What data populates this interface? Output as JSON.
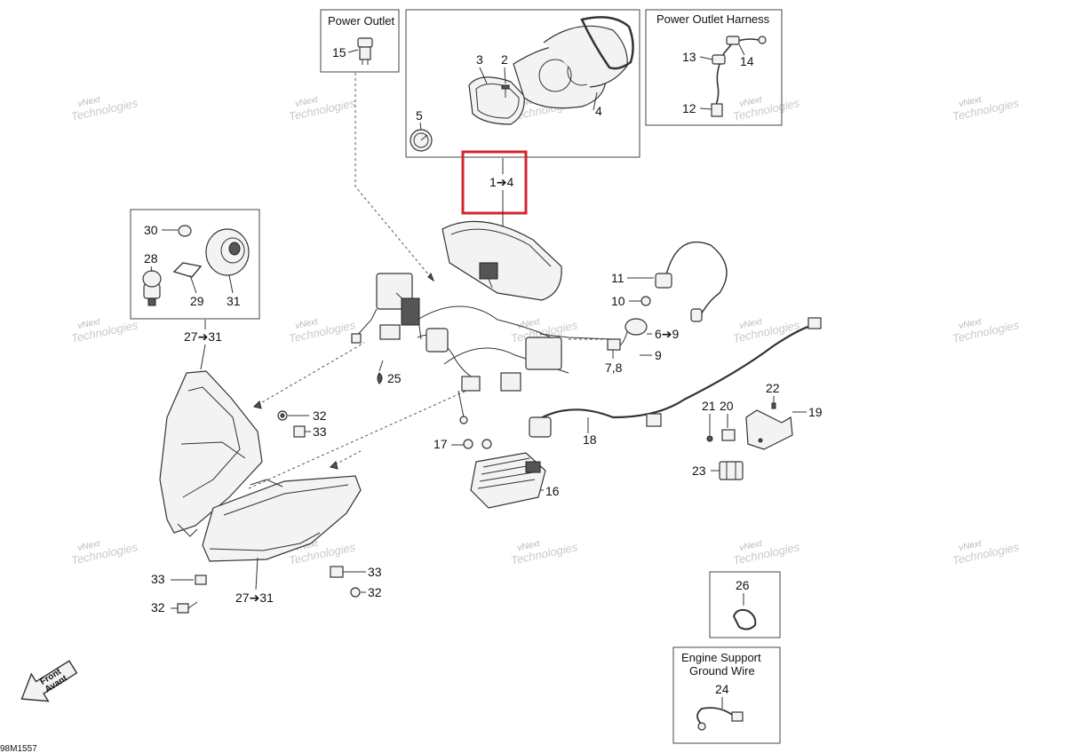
{
  "boxes": {
    "power_outlet": "Power Outlet",
    "power_outlet_harness": "Power Outlet Harness",
    "engine_support_ground_wire_line1": "Engine Support",
    "engine_support_ground_wire_line2": "Ground Wire"
  },
  "callouts": {
    "c1_4": "1➔4",
    "c2": "2",
    "c3": "3",
    "c4": "4",
    "c5": "5",
    "c6_9": "6➔9",
    "c7_8": "7,8",
    "c9": "9",
    "c10": "10",
    "c11": "11",
    "c12": "12",
    "c13": "13",
    "c14": "14",
    "c15": "15",
    "c16": "16",
    "c17": "17",
    "c18": "18",
    "c19": "19",
    "c20": "20",
    "c21": "21",
    "c22": "22",
    "c23": "23",
    "c24": "24",
    "c25": "25",
    "c26": "26",
    "c27_31_top": "27➔31",
    "c27_31_bottom": "27➔31",
    "c28": "28",
    "c29": "29",
    "c30": "30",
    "c31": "31",
    "c32_a": "32",
    "c32_b": "32",
    "c32_c": "32",
    "c33_a": "33",
    "c33_b": "33",
    "c33_c": "33"
  },
  "front_arrow": {
    "line1": "Front",
    "line2": "Avant"
  },
  "drawing_code": "98M1557",
  "watermark": {
    "line1": "vNext",
    "line2": "Technologies"
  },
  "colors": {
    "highlight": "#d0272e"
  }
}
